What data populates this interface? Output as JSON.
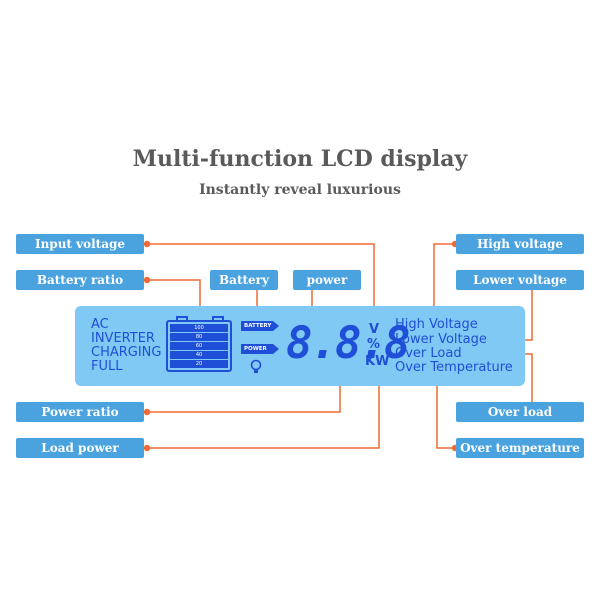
{
  "title": "Multi-function LCD display",
  "subtitle": "Instantly reveal luxurious",
  "labels": {
    "input_voltage": "Input voltage",
    "battery_ratio": "Battery ratio",
    "battery": "Battery",
    "power": "power",
    "power_ratio": "Power ratio",
    "load_power": "Load power",
    "high_voltage": "High voltage",
    "lower_voltage": "Lower voltage",
    "over_load": "Over load",
    "over_temperature": "Over temperature"
  },
  "lcd": {
    "left_lines": [
      "AC",
      "INVERTER",
      "CHARGING",
      "FULL"
    ],
    "battery_levels": [
      "100",
      "80",
      "60",
      "40",
      "20"
    ],
    "battery_tag": "BATTERY",
    "power_tag": "POWER",
    "bulb_icon": "bulb-icon",
    "digits": "8.8.8",
    "unit_v": "V",
    "unit_pct": "%",
    "unit_kw": "KW",
    "right_lines": [
      "High Voltage",
      "Lower Voltage",
      "Over Load",
      "Over Temperature"
    ]
  },
  "colors": {
    "label_bg": "#4aa3df",
    "lcd_bg": "#80c9f4",
    "lcd_text": "#1f4fd6",
    "connector": "#f06a35"
  }
}
